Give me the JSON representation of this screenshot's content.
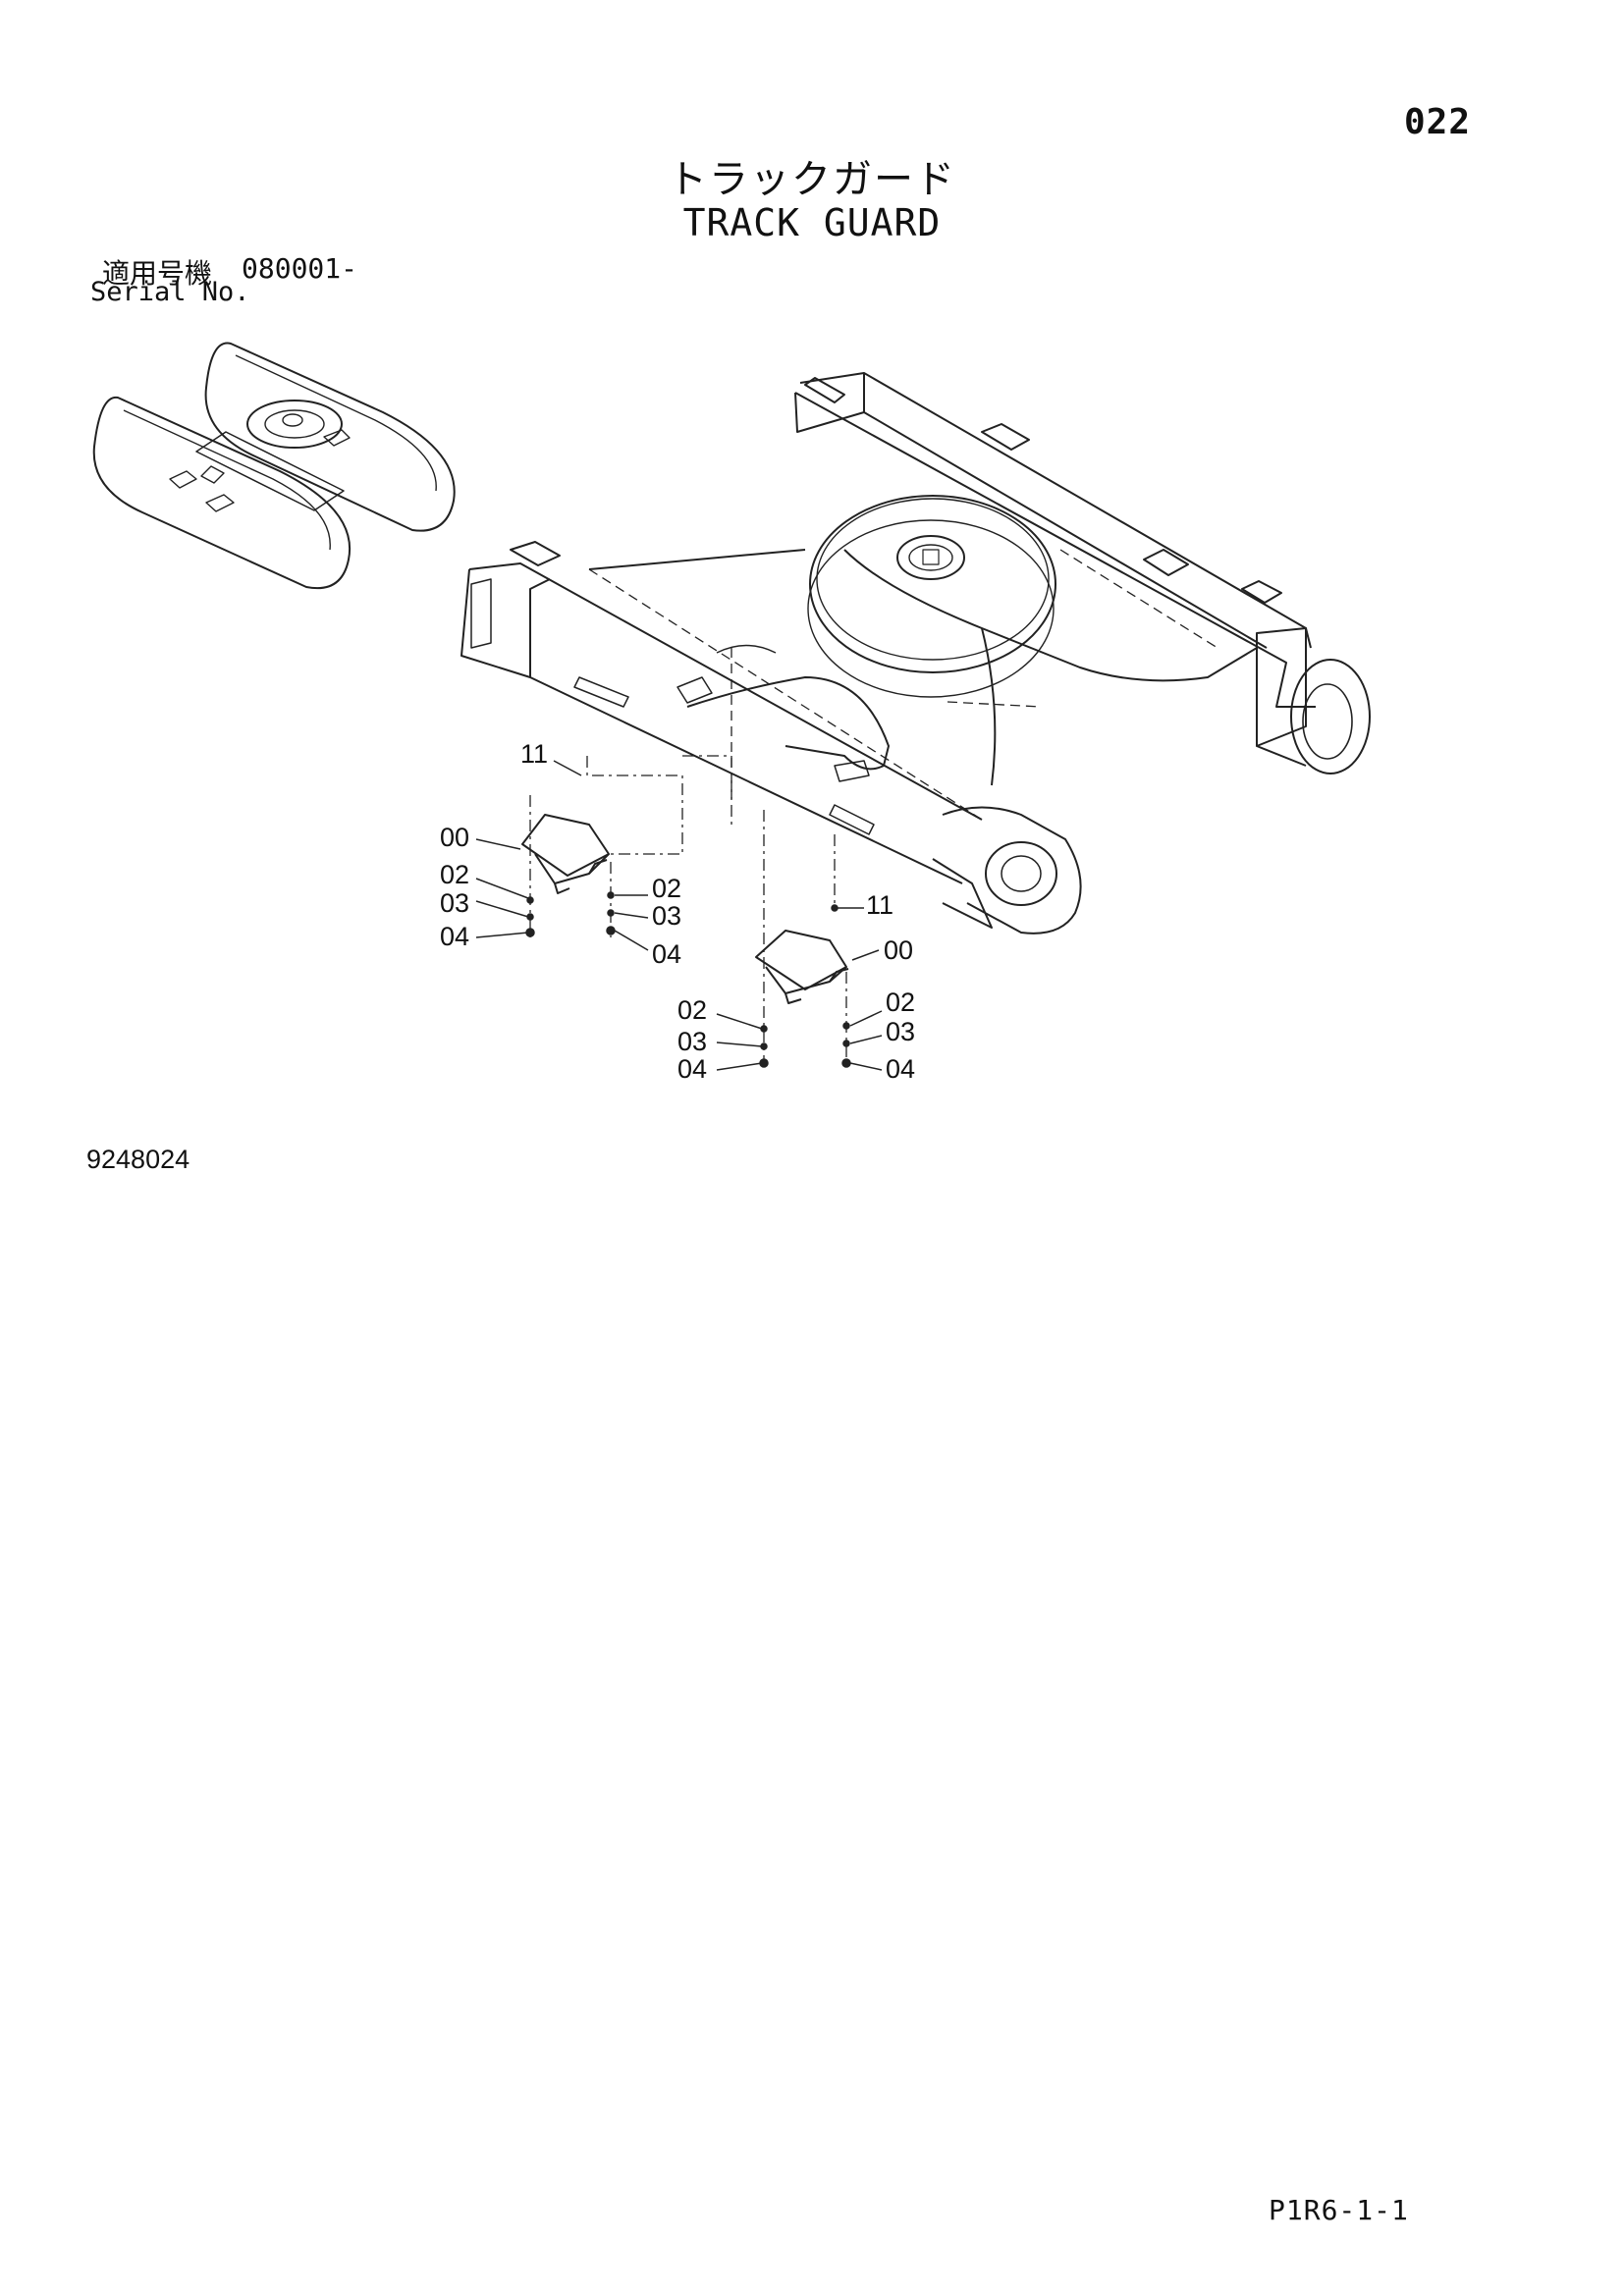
{
  "header": {
    "page_number": "022",
    "title_jp": "トラックガード",
    "title_en": "TRACK GUARD"
  },
  "applicability": {
    "label_jp": "適用号機",
    "serial_range": "080001-",
    "label_en": "Serial No."
  },
  "diagram": {
    "callouts": {
      "c11_top": "11",
      "c00_left": "00",
      "c02_left": "02",
      "c03_left": "03",
      "c04_left": "04",
      "c02_mid": "02",
      "c03_mid": "03",
      "c04_mid": "04",
      "c11_right": "11",
      "c00_right": "00",
      "c02_low": "02",
      "c03_low": "03",
      "c04_low": "04",
      "c02_right": "02",
      "c03_right": "03",
      "c04_right": "04"
    }
  },
  "footer": {
    "drawing_id": "9248024",
    "page_ref": "P1R6-1-1"
  }
}
